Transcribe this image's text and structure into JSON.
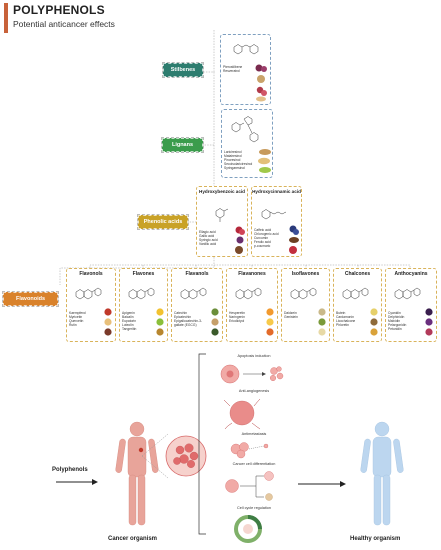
{
  "header": {
    "title": "POLYPHENOLS",
    "subtitle": "Potential anticancer effects",
    "accent_color": "#c8623a"
  },
  "classes": {
    "stilbenes": {
      "label": "Stilbenes",
      "color": "#2e7d6f",
      "compounds": [
        "Pterostilbene",
        "Resveratrol"
      ]
    },
    "lignans": {
      "label": "Lignans",
      "color": "#3b9c4c",
      "compounds": [
        "Lariciresinol",
        "Matairesinol",
        "Pinoresinol",
        "Secoisolariciresinol",
        "Syringaresinol"
      ]
    },
    "phenolic_acids": {
      "label": "Phenolic acids",
      "color": "#c9a227",
      "hydroxybenzoic": {
        "title": "Hydroxybenzoic acid",
        "compounds": [
          "Ellagic acid",
          "Gallic acid",
          "Syringic acid",
          "Vanillic acid"
        ]
      },
      "hydroxycinnamic": {
        "title": "Hydroxycinnamic acid",
        "compounds": [
          "Caffeic acid",
          "Chlorogenic acid",
          "Curcumin",
          "Ferulic acid",
          "p-coumaric"
        ]
      }
    },
    "flavonoids": {
      "label": "Flavonoids",
      "color": "#d9822b",
      "subclasses": [
        {
          "title": "Flavonols",
          "compounds": [
            "Kaempferol",
            "Myricetin",
            "Quercetin",
            "Rutin"
          ]
        },
        {
          "title": "Flavones",
          "compounds": [
            "Apigenin",
            "Baicalin",
            "Eupatorin",
            "Luteolin",
            "Tangeritin"
          ]
        },
        {
          "title": "Flavanols",
          "compounds": [
            "Catechin",
            "Epicatechin",
            "Epigallocatechin-3-",
            "gallate (EGCG)"
          ]
        },
        {
          "title": "Flavanones",
          "compounds": [
            "Hesperetin",
            "Naringenin",
            "Eriodictyol"
          ]
        },
        {
          "title": "Isoflavones",
          "compounds": [
            "Daidzein",
            "Genistein"
          ]
        },
        {
          "title": "Chalcones",
          "compounds": [
            "Butein",
            "Cardamonin",
            "Licochalcone",
            "Phloretin"
          ]
        },
        {
          "title": "Anthocyanins",
          "compounds": [
            "Cyanidin",
            "Delphinidin",
            "Malvidin",
            "Pelargonidin",
            "Petunidin"
          ]
        }
      ]
    }
  },
  "bottom": {
    "polyphenols_label": "Polyphenols",
    "cancer_label": "Cancer organism",
    "healthy_label": "Healthy organism",
    "effects": [
      "Apoptosis induction",
      "Anti-angiogenesis",
      "Antimetastasis",
      "Cancer cell differentiation",
      "Cell cycle regulation"
    ]
  }
}
